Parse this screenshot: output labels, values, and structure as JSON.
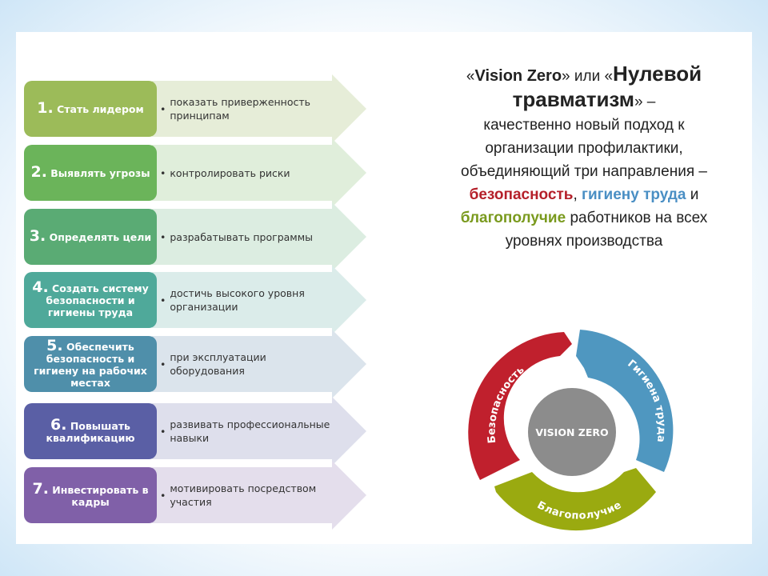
{
  "steps": [
    {
      "num": "1.",
      "title": "Стать лидером",
      "desc": "показать приверженность принципам",
      "color": "#9cbb59",
      "tint": "#e6edd8"
    },
    {
      "num": "2.",
      "title": "Выявлять угрозы",
      "desc": "контролировать риски",
      "color": "#6bb45a",
      "tint": "#e0eedb"
    },
    {
      "num": "3.",
      "title": "Определять цели",
      "desc": "разрабатывать программы",
      "color": "#5aab74",
      "tint": "#dcede1"
    },
    {
      "num": "4.",
      "title": "Создать систему безопасности и гигиены труда",
      "desc": "достичь высокого уровня организации",
      "color": "#4fa99a",
      "tint": "#dbecea"
    },
    {
      "num": "5.",
      "title": "Обеспечить безопасность и гигиену на рабочих местах",
      "desc": "при эксплуатации оборудования",
      "color": "#4f8faa",
      "tint": "#dbe4ec"
    },
    {
      "num": "6.",
      "title": "Повышать квалификацию",
      "desc": "развивать профессиональные навыки",
      "color": "#5a5fa5",
      "tint": "#dedfec"
    },
    {
      "num": "7.",
      "title": "Инвестировать в кадры",
      "desc": "мотивировать посредством участия",
      "color": "#8060a8",
      "tint": "#e4deec"
    }
  ],
  "intro": {
    "q1": "«",
    "vision": "Vision Zero",
    "q2": "» или «",
    "nul": "Нулевой",
    "trav": "травматизм",
    "q3": "» –",
    "l1": "качественно новый подход к",
    "l2": "организации профилактики,",
    "l3": "объединяющий три направления –",
    "bez": "безопасность",
    "comma": ", ",
    "gig": "гигиену труда",
    "and": " и",
    "blag": "благополучие",
    "rest": " работников на всех",
    "l6": "уровнях производства",
    "colors": {
      "red": "#b5202a",
      "blue": "#4a8fc4",
      "green": "#7a9a1e"
    }
  },
  "cycle": {
    "center": "VISION ZERO",
    "safety": "Безопасность",
    "hygiene": "Гигиена труда",
    "wellbeing": "Благополучие",
    "colors": {
      "safety": "#c0202d",
      "hygiene": "#4f97c0",
      "wellbeing": "#9aaa10",
      "center": "#8c8c8c"
    }
  }
}
